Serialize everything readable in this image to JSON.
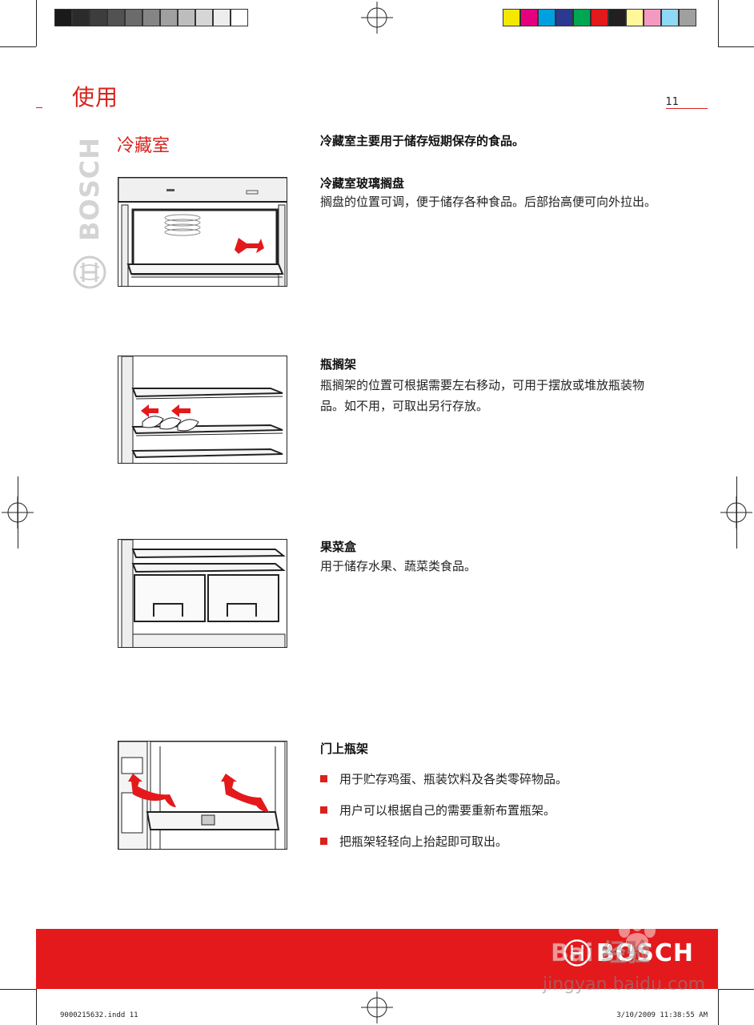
{
  "print_marks": {
    "gray_swatches": [
      "#1a1a1a",
      "#2b2b2b",
      "#3d3d3d",
      "#525252",
      "#6b6b6b",
      "#858585",
      "#a0a0a0",
      "#bdbdbd",
      "#d6d6d6",
      "#ededed",
      "#ffffff"
    ],
    "color_swatches": [
      "#f5e800",
      "#e6007e",
      "#00a0e0",
      "#2b3990",
      "#00a651",
      "#e3191c",
      "#231f20",
      "#fff799",
      "#f49ac1",
      "#8ed8f8",
      "#a0a0a0"
    ]
  },
  "header": {
    "section_title": "使用",
    "page_number": "11",
    "brand_vertical": "BOSCH",
    "sub_title": "冷藏室"
  },
  "content": {
    "intro": "冷藏室主要用于储存短期保存的食品。",
    "blocks": [
      {
        "title": "冷藏室玻璃搁盘",
        "body": "搁盘的位置可调，便于储存各种食品。后部抬高便可向外拉出。"
      },
      {
        "title": "瓶搁架",
        "body": "瓶搁架的位置可根据需要左右移动，可用于摆放或堆放瓶装物品。如不用，可取出另行存放。"
      },
      {
        "title": "果菜盒",
        "body": "用于储存水果、蔬菜类食品。"
      },
      {
        "title": "门上瓶架",
        "bullets": [
          "用于贮存鸡蛋、瓶装饮料及各类零碎物品。",
          "用户可以根据自己的需要重新布置瓶架。",
          "把瓶架轻轻向上抬起即可取出。"
        ]
      }
    ]
  },
  "footer": {
    "brand": "BOSCH",
    "file_info": "9000215632.indd   11",
    "date_info": "3/10/2009   11:38:55 AM",
    "accent_color": "#e3191c"
  },
  "watermark": {
    "line1": "Bai 经验",
    "line2": "jingyan.baidu.com"
  }
}
